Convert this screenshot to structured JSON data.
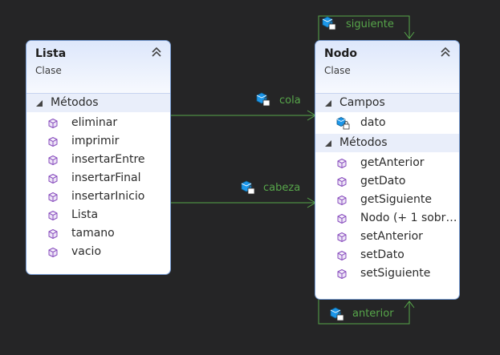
{
  "classes": {
    "lista": {
      "name": "Lista",
      "stereotype": "Clase",
      "methods_header": "Métodos",
      "methods": [
        "eliminar",
        "imprimir",
        "insertarEntre",
        "insertarFinal",
        "insertarInicio",
        "Lista",
        "tamano",
        "vacio"
      ]
    },
    "nodo": {
      "name": "Nodo",
      "stereotype": "Clase",
      "fields_header": "Campos",
      "fields": [
        "dato"
      ],
      "methods_header": "Métodos",
      "methods": [
        "getAnterior",
        "getDato",
        "getSiguiente",
        "Nodo (+ 1 sobr…",
        "setAnterior",
        "setDato",
        "setSiguiente"
      ]
    }
  },
  "associations": {
    "cola": "cola",
    "cabeza": "cabeza",
    "siguiente": "siguiente",
    "anterior": "anterior"
  },
  "colors": {
    "background": "#252526",
    "connector": "#57a64a",
    "class_border": "#7a9fd6",
    "method_icon": "#8a4fbf"
  }
}
